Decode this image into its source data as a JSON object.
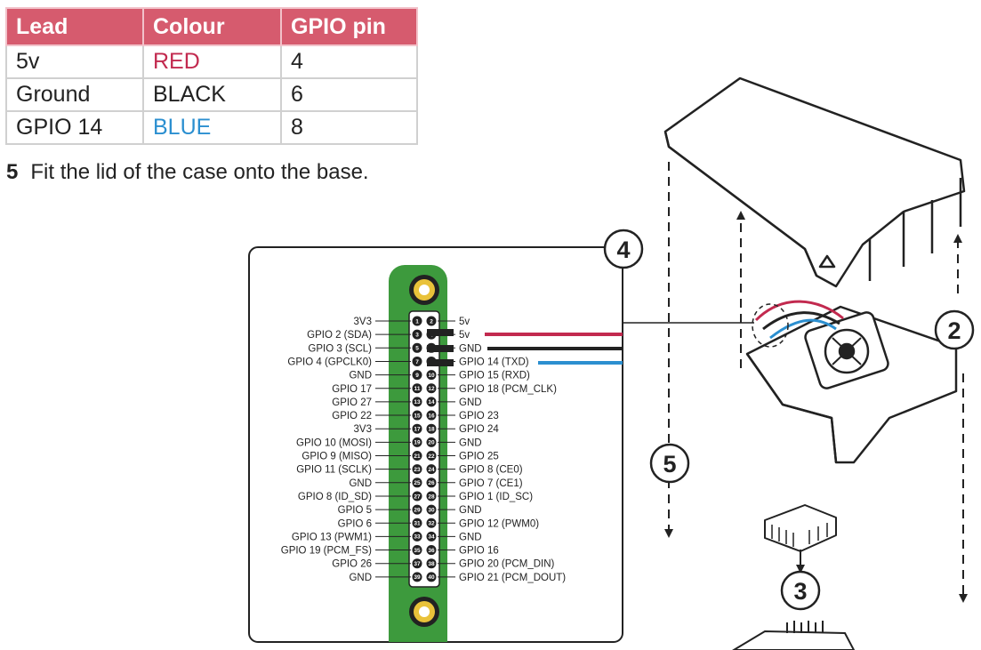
{
  "lead_table": {
    "headers": [
      "Lead",
      "Colour",
      "GPIO pin"
    ],
    "rows": [
      {
        "lead": "5v",
        "colour": "RED",
        "pin": "4"
      },
      {
        "lead": "Ground",
        "colour": "BLACK",
        "pin": "6"
      },
      {
        "lead": "GPIO 14",
        "colour": "BLUE",
        "pin": "8"
      }
    ]
  },
  "step": {
    "number": "5",
    "text": "Fit the lid of the case onto the base."
  },
  "colors": {
    "red": "#c22a4f",
    "black": "#222222",
    "blue": "#2b8fd0",
    "header": "#d65b6e",
    "board": "#3d9a3d"
  },
  "gpio": {
    "left": [
      "3V3",
      "GPIO 2 (SDA)",
      "GPIO 3 (SCL)",
      "GPIO 4 (GPCLK0)",
      "GND",
      "GPIO 17",
      "GPIO 27",
      "GPIO 22",
      "3V3",
      "GPIO 10 (MOSI)",
      "GPIO 9 (MISO)",
      "GPIO 11 (SCLK)",
      "GND",
      "GPIO 8 (ID_SD)",
      "GPIO 5",
      "GPIO 6",
      "GPIO 13 (PWM1)",
      "GPIO 19 (PCM_FS)",
      "GPIO 26",
      "GND"
    ],
    "right": [
      "5v",
      "5v",
      "GND",
      "GPIO 14 (TXD)",
      "GPIO 15 (RXD)",
      "GPIO 18 (PCM_CLK)",
      "GND",
      "GPIO 23",
      "GPIO 24",
      "GND",
      "GPIO 25",
      "GPIO 8 (CE0)",
      "GPIO 7 (CE1)",
      "GPIO 1 (ID_SC)",
      "GND",
      "GPIO 12 (PWM0)",
      "GND",
      "GPIO 16",
      "GPIO 20 (PCM_DIN)",
      "GPIO 21 (PCM_DOUT)"
    ]
  },
  "callouts": [
    "4",
    "2",
    "5",
    "3"
  ]
}
